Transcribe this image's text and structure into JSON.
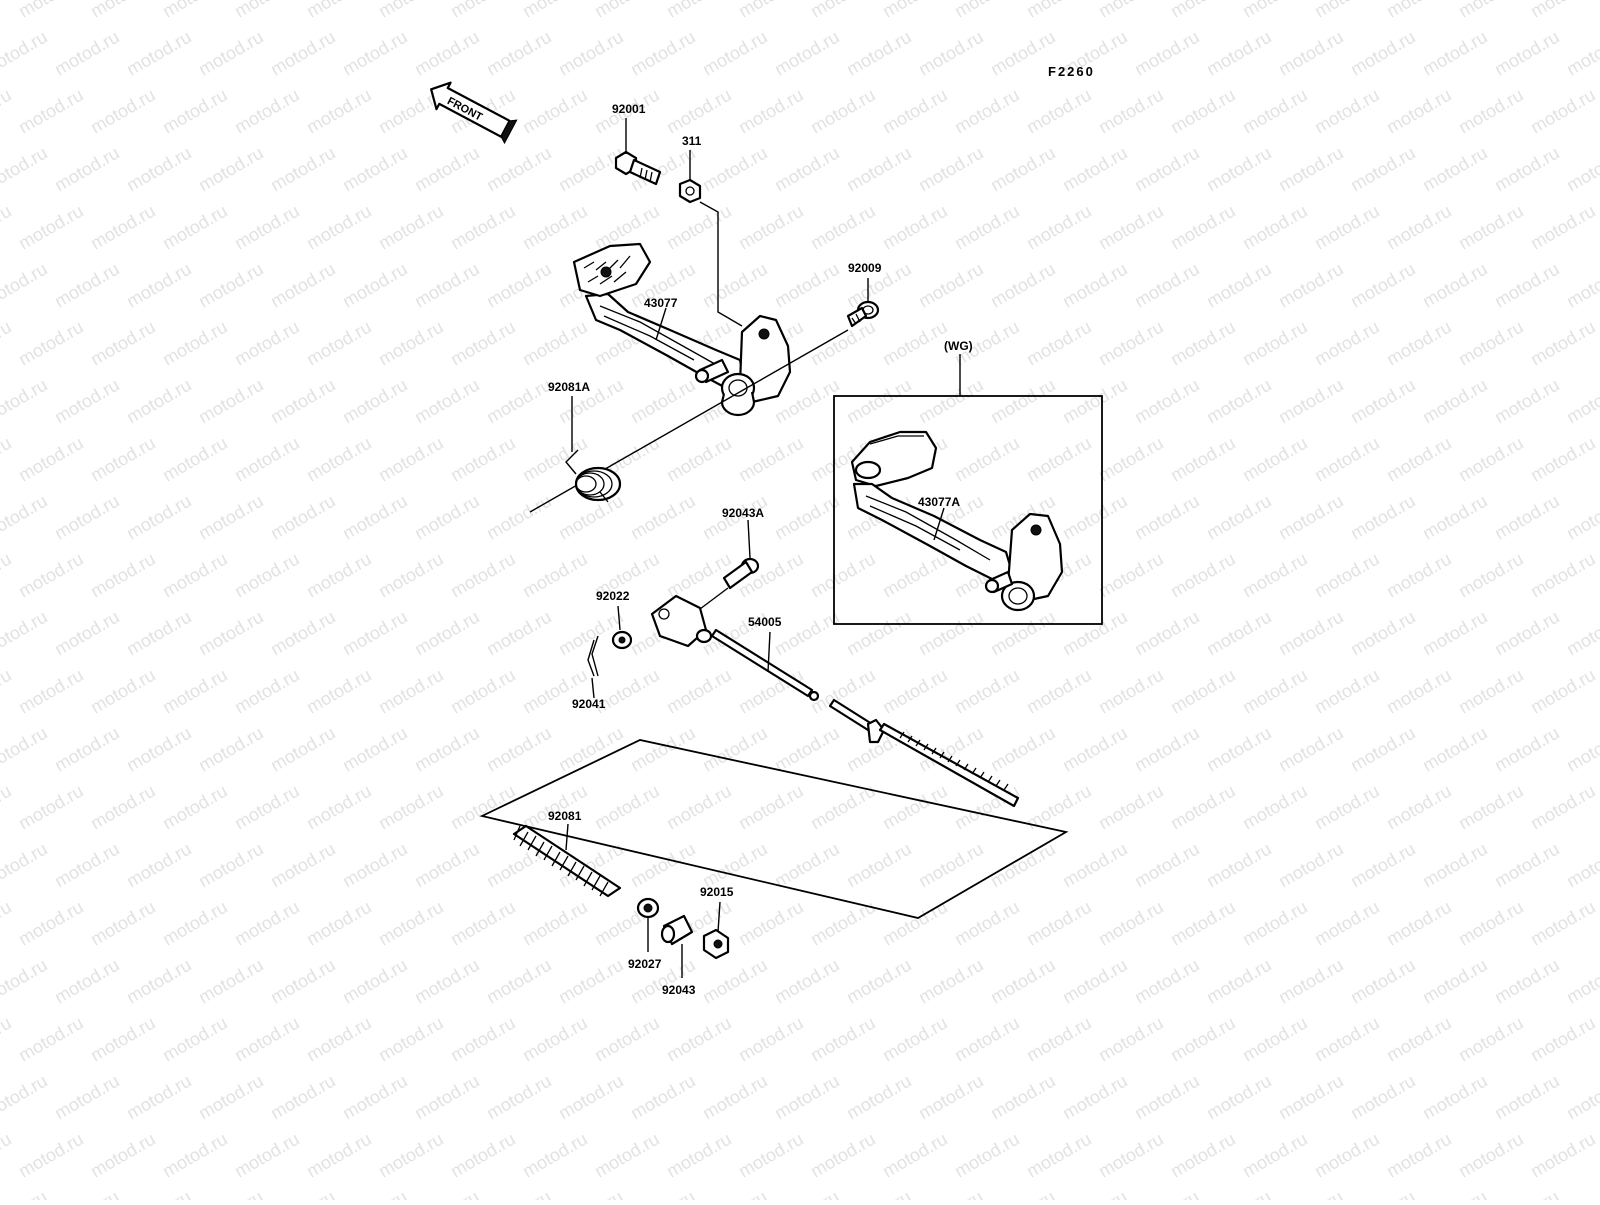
{
  "diagram_code": "F2260",
  "front_label": "FRONT",
  "variant_label": "(WG)",
  "watermark_text": "motod.ru",
  "parts": {
    "p92001": "92001",
    "p311": "311",
    "p92009": "92009",
    "p43077": "43077",
    "p92081A": "92081A",
    "p43077A": "43077A",
    "p92043A": "92043A",
    "p92022": "92022",
    "p54005": "54005",
    "p92041": "92041",
    "p92081": "92081",
    "p92015": "92015",
    "p92027": "92027",
    "p92043": "92043"
  },
  "colors": {
    "line": "#000000",
    "background": "#ffffff",
    "watermark": "#e2e2e2"
  }
}
